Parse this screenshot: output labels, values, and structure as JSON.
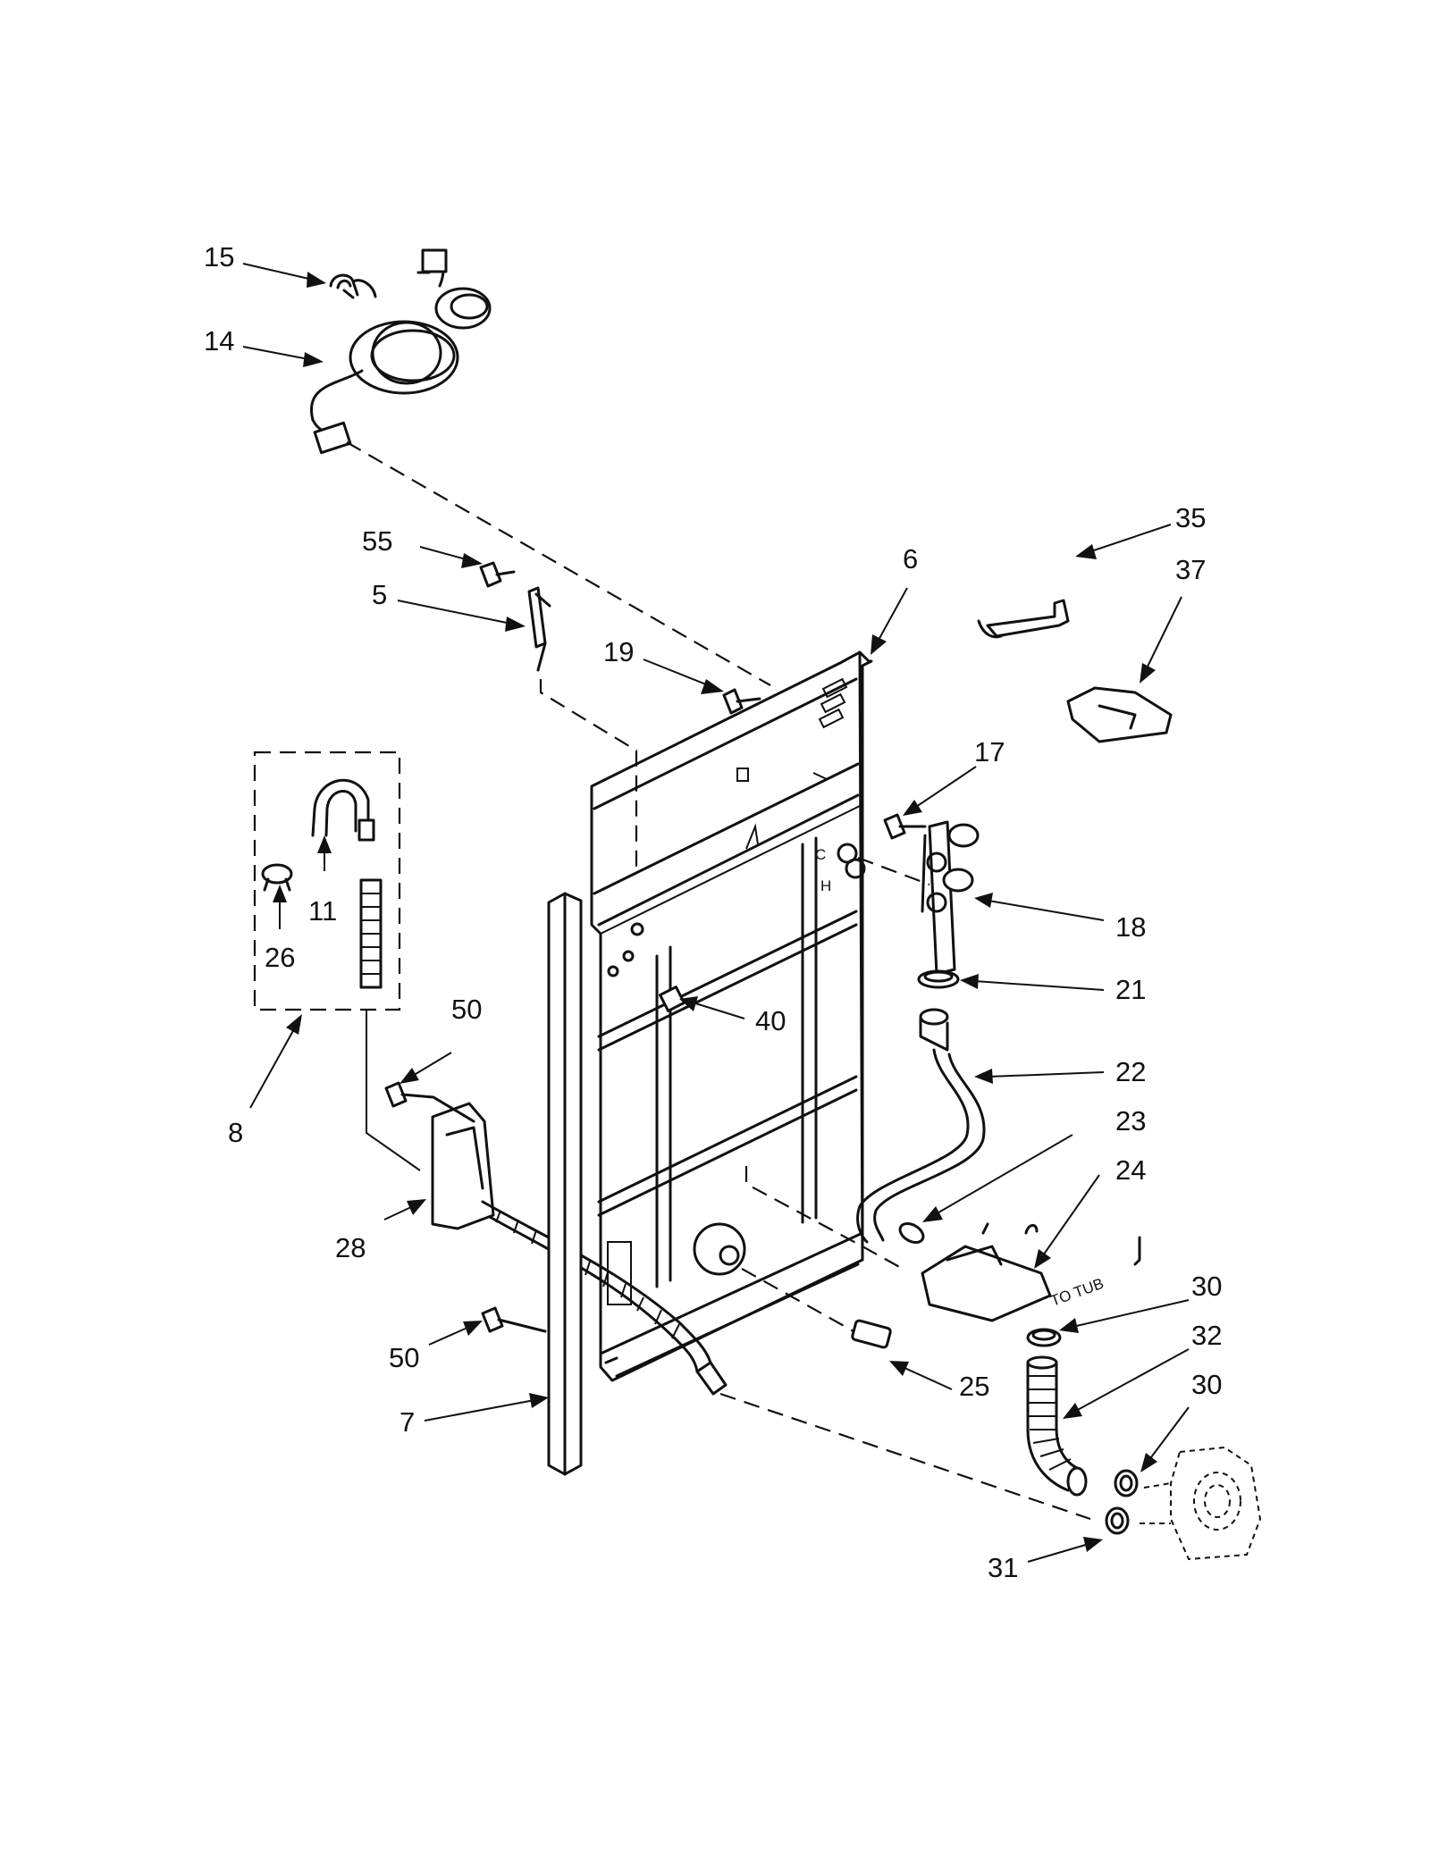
{
  "diagram": {
    "callouts": [
      {
        "id": "c15",
        "text": "15"
      },
      {
        "id": "c14",
        "text": "14"
      },
      {
        "id": "c55",
        "text": "55"
      },
      {
        "id": "c5",
        "text": "5"
      },
      {
        "id": "c6",
        "text": "6"
      },
      {
        "id": "c19",
        "text": "19"
      },
      {
        "id": "c35",
        "text": "35"
      },
      {
        "id": "c37",
        "text": "37"
      },
      {
        "id": "c17",
        "text": "17"
      },
      {
        "id": "c18",
        "text": "18"
      },
      {
        "id": "c21",
        "text": "21"
      },
      {
        "id": "c22",
        "text": "22"
      },
      {
        "id": "c23",
        "text": "23"
      },
      {
        "id": "c24",
        "text": "24"
      },
      {
        "id": "c11",
        "text": "11"
      },
      {
        "id": "c26",
        "text": "26"
      },
      {
        "id": "c8",
        "text": "8"
      },
      {
        "id": "c50a",
        "text": "50"
      },
      {
        "id": "c40",
        "text": "40"
      },
      {
        "id": "c28",
        "text": "28"
      },
      {
        "id": "c50b",
        "text": "50"
      },
      {
        "id": "c7",
        "text": "7"
      },
      {
        "id": "c25",
        "text": "25"
      },
      {
        "id": "c30a",
        "text": "30"
      },
      {
        "id": "c32",
        "text": "32"
      },
      {
        "id": "c30b",
        "text": "30"
      },
      {
        "id": "c31",
        "text": "31"
      }
    ],
    "inline_text": {
      "valve_cold": "C",
      "valve_hot": "H",
      "to_tub": "TO TUB"
    }
  }
}
